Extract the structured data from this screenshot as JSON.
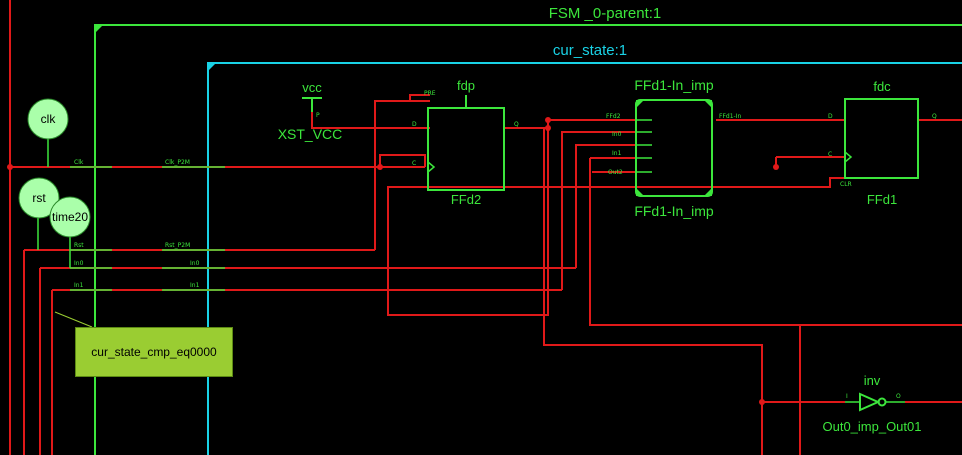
{
  "groups": {
    "parent": "FSM _0-parent:1",
    "cur_state": "cur_state:1"
  },
  "ports": {
    "clk": "clk",
    "rst": "rst",
    "time20": "time20"
  },
  "vcc": {
    "title": "vcc",
    "pin": "P",
    "instance": "XST_VCC"
  },
  "ffd2": {
    "type": "fdp",
    "instance": "FFd2",
    "pin_pre": "PRE",
    "pin_d": "D",
    "pin_c": "C",
    "pin_q": "Q"
  },
  "ffd1_in": {
    "type": "FFd1-In_imp",
    "instance": "FFd1-In_imp",
    "pins_in": [
      "FFd2",
      "In0",
      "In1",
      "Out2"
    ],
    "pin_out": "FFd1-In"
  },
  "ffd1": {
    "type": "fdc",
    "instance": "FFd1",
    "pin_d": "D",
    "pin_c": "C",
    "pin_clr": "CLR",
    "pin_q": "Q"
  },
  "inverter": {
    "type": "inv",
    "instance": "Out0_imp_Out01",
    "pin_i": "I",
    "pin_o": "O"
  },
  "cur_state_pins": {
    "left": [
      "Clk",
      "Rst",
      "In0",
      "In1"
    ],
    "inner": [
      "Clk_P2M",
      "Rst_P2M",
      "In0",
      "In1"
    ]
  },
  "tooltip": "cur_state_cmp_eq0000",
  "colors": {
    "wire": "#e01919",
    "parent_box": "#3ce63c",
    "cur_state_box": "#19d2e6",
    "port_bubble": "#aaffaa",
    "tooltip_bg": "#9acd32"
  }
}
